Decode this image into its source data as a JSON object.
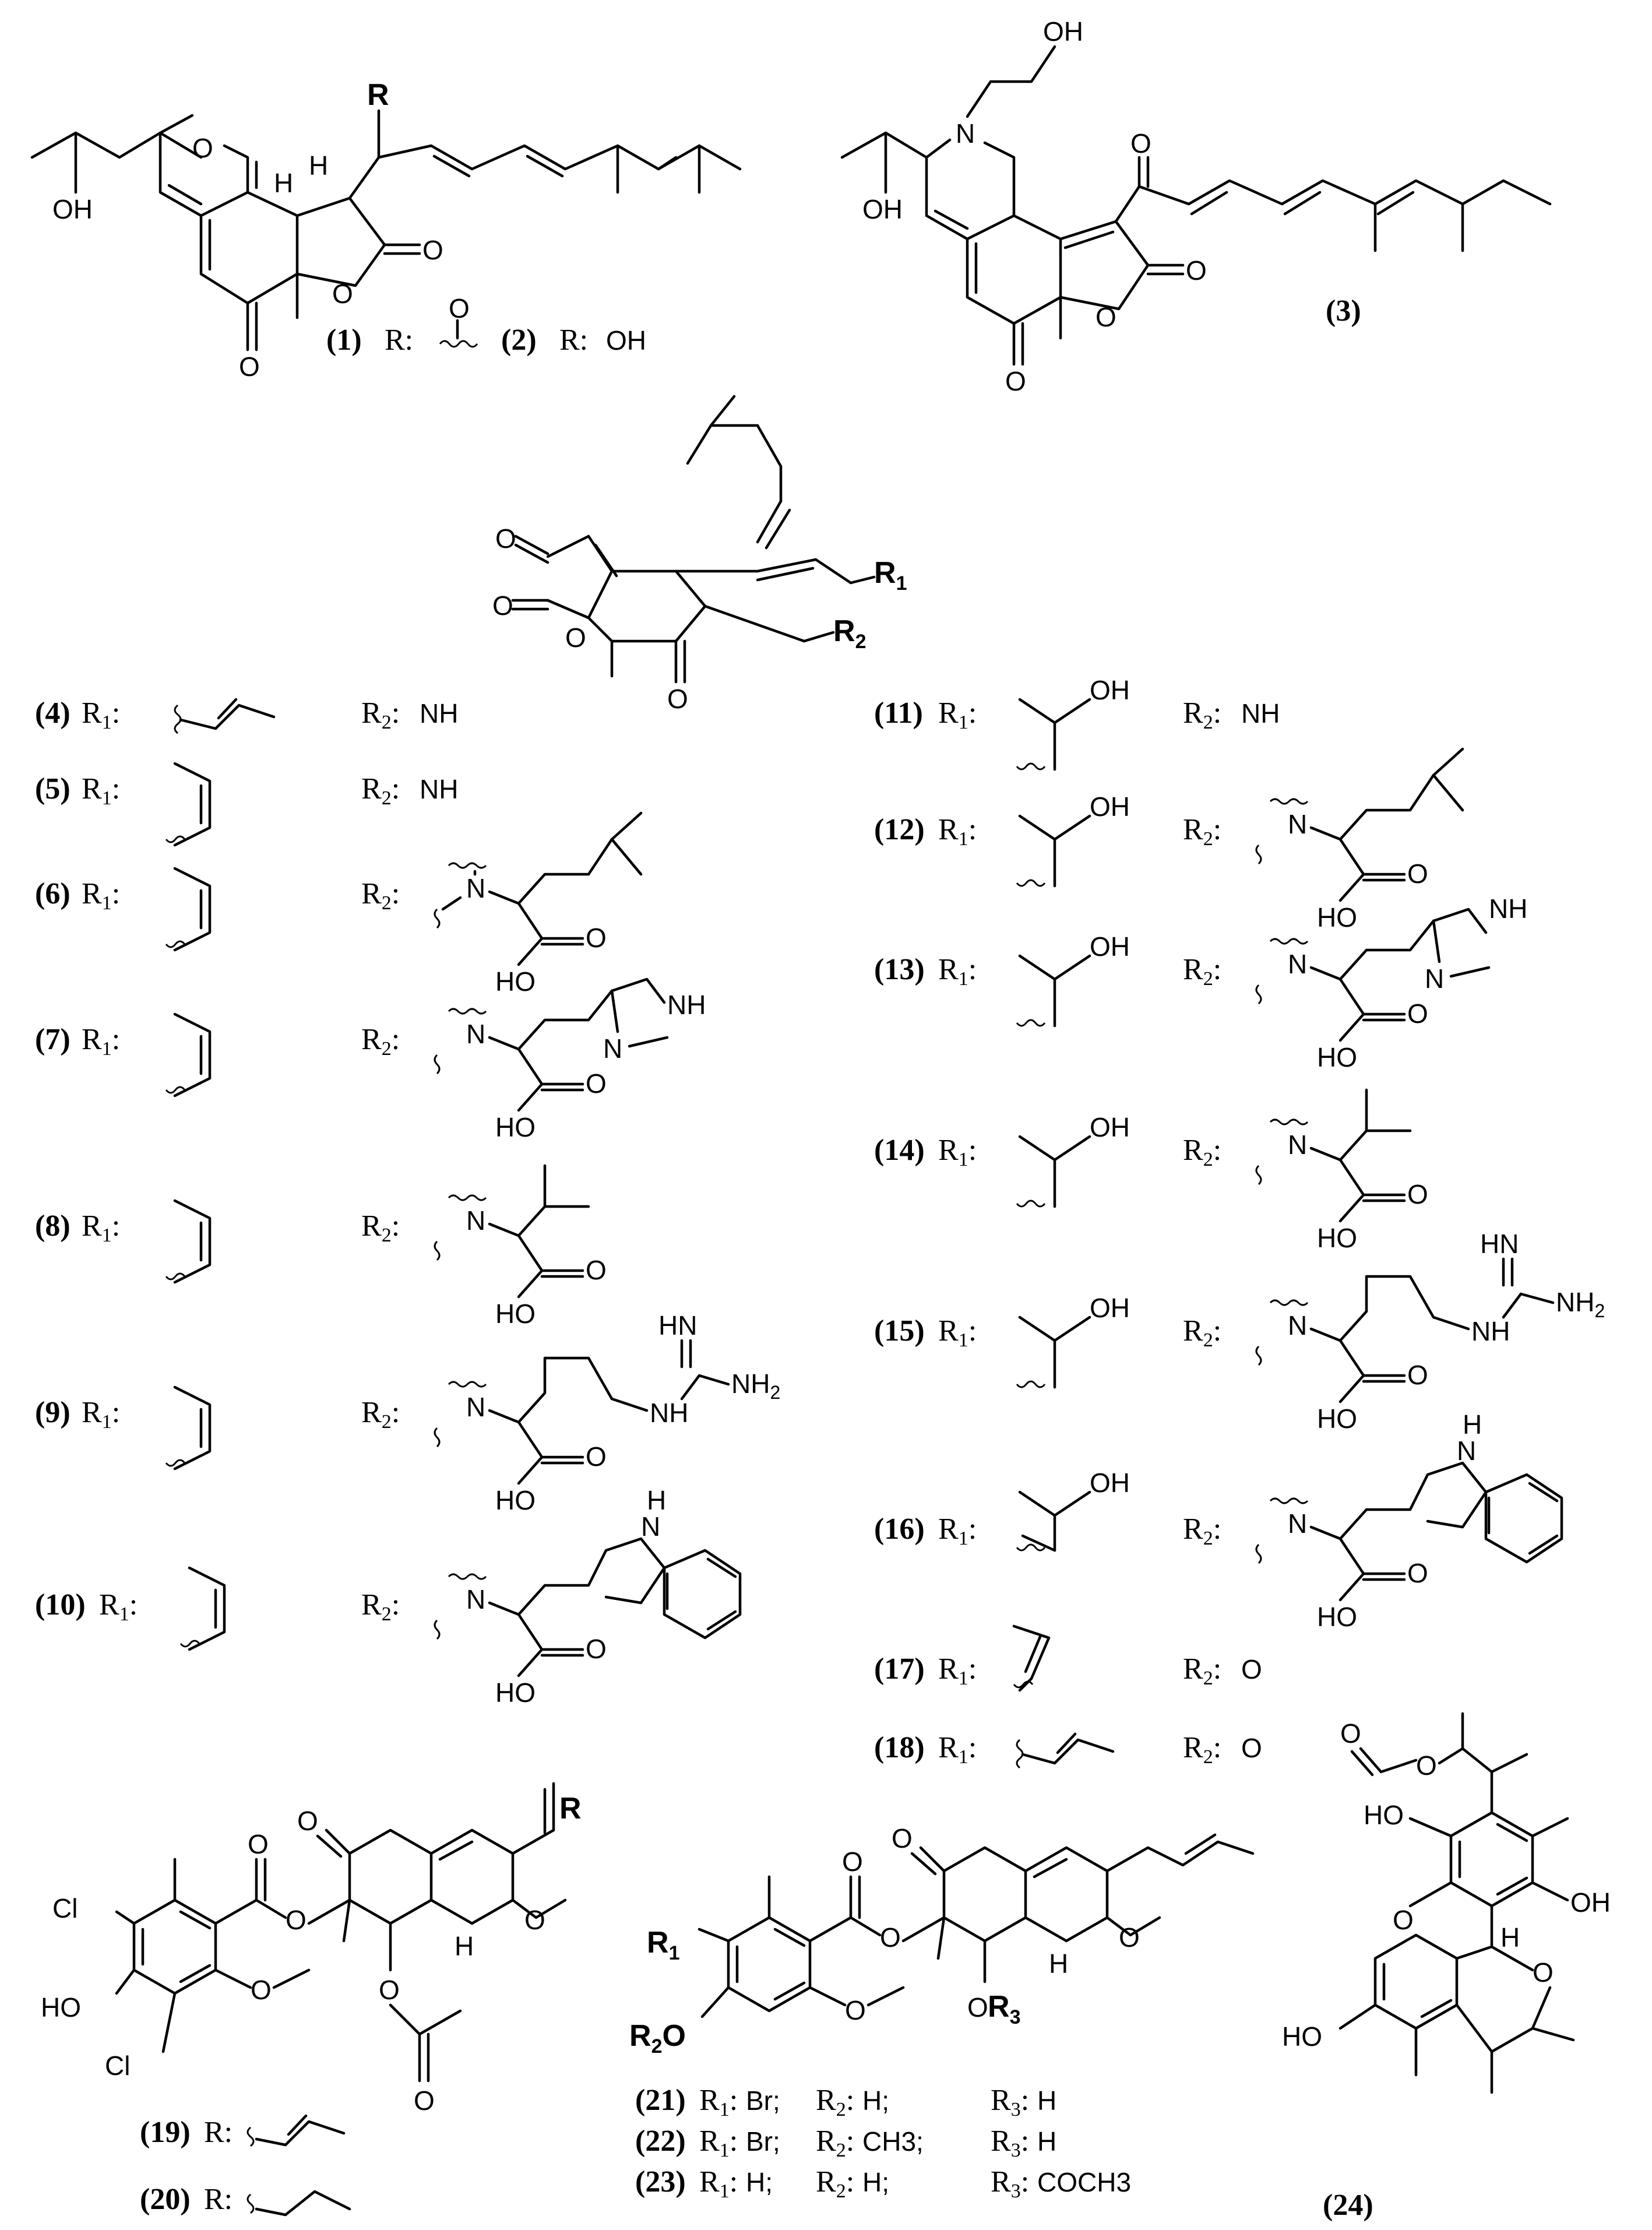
{
  "compounds": [
    {
      "id": "1",
      "r_label": "R:",
      "r_text": ""
    },
    {
      "id": "2",
      "r_label": "R:",
      "r_text": "OH"
    },
    {
      "id": "3"
    },
    {
      "id": "4",
      "r2": "NH"
    },
    {
      "id": "5",
      "r2": "NH"
    },
    {
      "id": "6"
    },
    {
      "id": "7"
    },
    {
      "id": "8"
    },
    {
      "id": "9"
    },
    {
      "id": "10"
    },
    {
      "id": "11",
      "r2": "NH"
    },
    {
      "id": "12"
    },
    {
      "id": "13"
    },
    {
      "id": "14"
    },
    {
      "id": "15"
    },
    {
      "id": "16"
    },
    {
      "id": "17",
      "r2": "O"
    },
    {
      "id": "18",
      "r2": "O"
    },
    {
      "id": "19"
    },
    {
      "id": "20"
    },
    {
      "id": "21",
      "r1": "Br;",
      "r2": "H;",
      "r3": "H"
    },
    {
      "id": "22",
      "r1": "Br;",
      "r2": "CH3;",
      "r3": "H"
    },
    {
      "id": "23",
      "r1": "H;",
      "r2": "H;",
      "r3": "COCH3"
    },
    {
      "id": "24"
    }
  ],
  "labels": {
    "r": "R",
    "r1": "R1",
    "r2": "R2",
    "r3": "R3",
    "r1_colon": "R1:",
    "r2_colon": "R2:",
    "oh": "OH",
    "ho": "HO",
    "o": "O",
    "n": "N",
    "nh": "NH",
    "hn": "HN",
    "nh2": "NH2",
    "h": "H",
    "cl": "Cl",
    "n_amine": "N"
  }
}
